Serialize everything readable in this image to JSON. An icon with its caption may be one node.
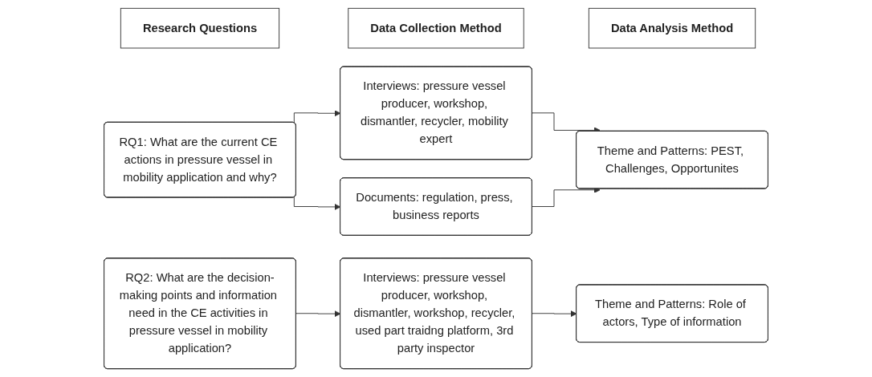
{
  "diagram": {
    "nodes": [
      {
        "text": [
          "Research Questions"
        ]
      },
      {
        "text": [
          "Data Collection Method"
        ]
      },
      {
        "text": [
          "Data Analysis Method"
        ]
      },
      {
        "text": [
          "RQ1: What are the current CE actions in pressure vessel in mobility application and why?"
        ]
      },
      {
        "text": [
          "Interviews: pressure vessel producer, workshop, dismantler, recycler, mobility expert"
        ]
      },
      {
        "text": [
          "Documents: regulation, press, business reports"
        ]
      },
      {
        "text": [
          "Theme and Patterns: PEST, Challenges, Opportunites"
        ]
      },
      {
        "text": [
          "RQ2: What are the decision-making points and information need in the CE activities in pressure vessel in mobility application?"
        ]
      },
      {
        "text": [
          "Interviews: pressure vessel producer, workshop, dismantler, workshop, recycler, used part traidng platform, 3rd party inspector"
        ]
      },
      {
        "text": [
          "Theme and Patterns: Role of actors, Type of information"
        ]
      }
    ],
    "edges": [
      {
        "from": 3,
        "to": 4,
        "arrow": "to"
      },
      {
        "from": 3,
        "to": 5,
        "arrow": "to"
      },
      {
        "from": 4,
        "to": 6,
        "arrow": "to"
      },
      {
        "from": 5,
        "to": 6,
        "arrow": "to"
      },
      {
        "from": 7,
        "to": 8,
        "arrow": "to"
      },
      {
        "from": 8,
        "to": 9,
        "arrow": "to"
      }
    ]
  }
}
